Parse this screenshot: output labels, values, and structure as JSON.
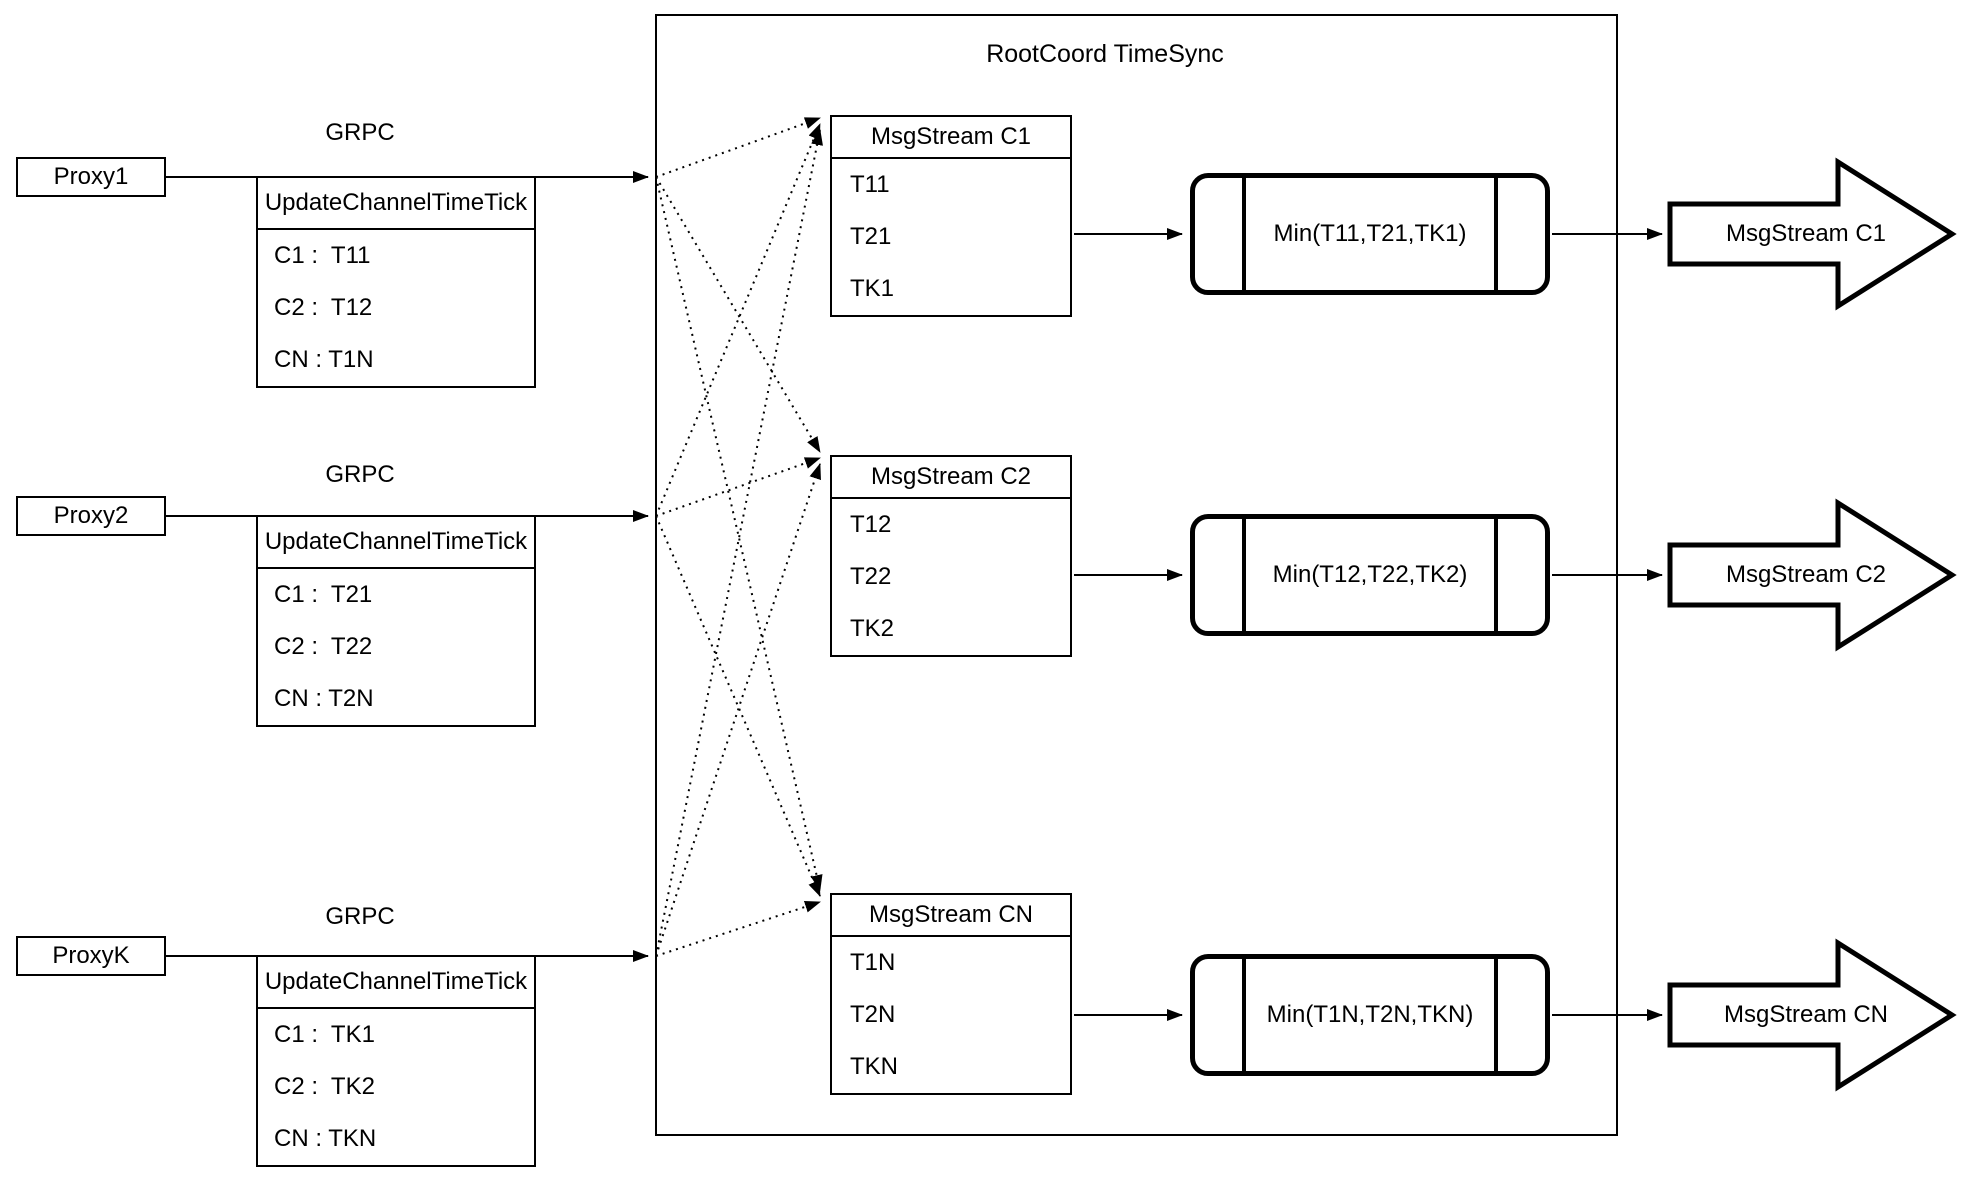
{
  "title": "RootCoord TimeSync",
  "colors": {
    "stroke": "#000000",
    "background": "#ffffff"
  },
  "proxies": [
    {
      "name": "Proxy1",
      "grpc": "GRPC",
      "header": "UpdateChannelTimeTick",
      "rows": [
        "C1 :  T11",
        "C2 :  T12",
        "CN : T1N"
      ]
    },
    {
      "name": "Proxy2",
      "grpc": "GRPC",
      "header": "UpdateChannelTimeTick",
      "rows": [
        "C1 :  T21",
        "C2 :  T22",
        "CN : T2N"
      ]
    },
    {
      "name": "ProxyK",
      "grpc": "GRPC",
      "header": "UpdateChannelTimeTick",
      "rows": [
        "C1 :  TK1",
        "C2 :  TK2",
        "CN : TKN"
      ]
    }
  ],
  "streams": [
    {
      "header": "MsgStream C1",
      "ticks": [
        "T11",
        "T21",
        "TK1"
      ],
      "min": "Min(T11,T21,TK1)",
      "output": "MsgStream C1"
    },
    {
      "header": "MsgStream C2",
      "ticks": [
        "T12",
        "T22",
        "TK2"
      ],
      "min": "Min(T12,T22,TK2)",
      "output": "MsgStream C2"
    },
    {
      "header": "MsgStream CN",
      "ticks": [
        "T1N",
        "T2N",
        "TKN"
      ],
      "min": "Min(T1N,T2N,TKN)",
      "output": "MsgStream CN"
    }
  ]
}
